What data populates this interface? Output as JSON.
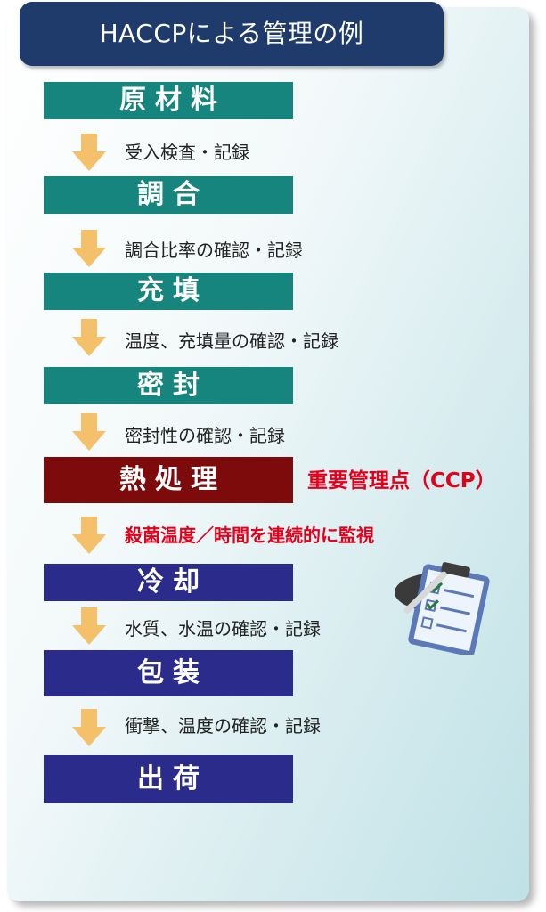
{
  "title": "HACCPによる管理の例",
  "steps": [
    {
      "label": "原材料",
      "color": "#16857d"
    },
    {
      "label": "調合",
      "color": "#16857d"
    },
    {
      "label": "充填",
      "color": "#16857d"
    },
    {
      "label": "密封",
      "color": "#16857d"
    },
    {
      "label": "熱処理",
      "color": "#7d0b0b"
    },
    {
      "label": "冷却",
      "color": "#2b2b8c"
    },
    {
      "label": "包装",
      "color": "#2b2b8c"
    },
    {
      "label": "出荷",
      "color": "#2b2b8c"
    }
  ],
  "notes": [
    "受入検査・記録",
    "調合比率の確認・記録",
    "温度、充填量の確認・記録",
    "密封性の確認・記録",
    "殺菌温度／時間を連続的に監視",
    "水質、水温の確認・記録",
    "衝撃、温度の確認・記録"
  ],
  "ccp_label": "重要管理点（CCP）",
  "icons": {
    "arrow": "down-arrow-icon",
    "clipboard": "clipboard-checklist-icon"
  },
  "colors": {
    "alert": "#e3001b",
    "arrow": "#f5c06a",
    "title_bg": "#1f3b6b"
  }
}
